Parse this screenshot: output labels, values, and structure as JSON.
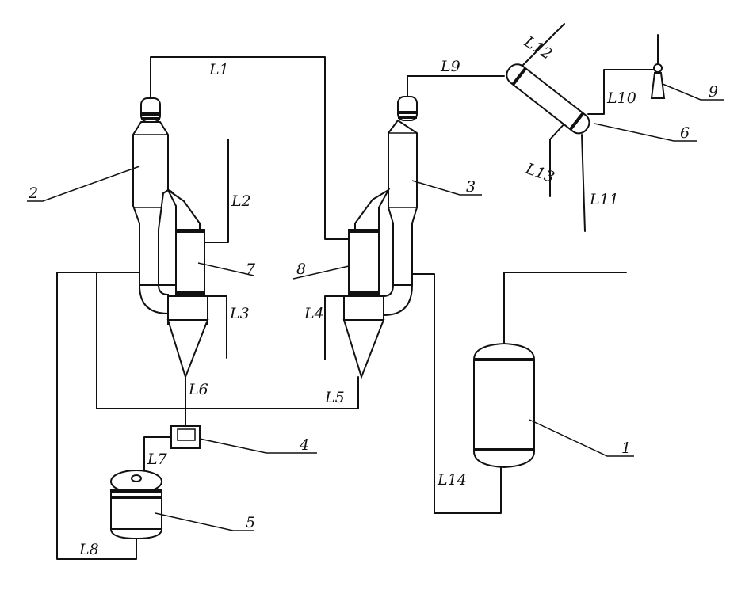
{
  "equipment": {
    "e1": "1",
    "e2": "2",
    "e3": "3",
    "e4": "4",
    "e5": "5",
    "e6": "6",
    "e7": "7",
    "e8": "8",
    "e9": "9"
  },
  "lines": {
    "l1": "L1",
    "l2": "L2",
    "l3": "L3",
    "l4": "L4",
    "l5": "L5",
    "l6": "L6",
    "l7": "L7",
    "l8": "L8",
    "l9": "L9",
    "l10": "L10",
    "l11": "L11",
    "l12": "L12",
    "l13": "L13",
    "l14": "L14"
  }
}
